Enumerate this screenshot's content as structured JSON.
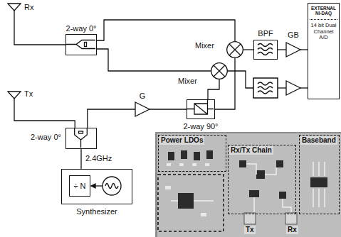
{
  "diagram": {
    "nodes": [
      {
        "text": [
          "Rx"
        ]
      },
      {
        "text": [
          "2-way 0°"
        ]
      },
      {
        "text": [
          "Mixer"
        ]
      },
      {
        "text": [
          "Mixer"
        ]
      },
      {
        "text": [
          "BPF"
        ]
      },
      {
        "text": [
          "GB"
        ]
      },
      {
        "text": [
          "EXTERNAL NI-DAQ",
          "14 bit Dual Channel A/D"
        ]
      },
      {
        "text": [
          "Tx"
        ]
      },
      {
        "text": [
          "2-way 0°"
        ]
      },
      {
        "text": [
          "G"
        ]
      },
      {
        "text": [
          "2-way 90°"
        ]
      },
      {
        "text": [
          "Synthesizer"
        ]
      },
      {
        "text": [
          "÷ N"
        ],
        "in": 11
      },
      {
        "text": [
          "Power LDOs"
        ]
      },
      {
        "text": [
          "Baseband"
        ]
      },
      {
        "text": [
          "Rx/Tx Chain"
        ]
      }
    ],
    "edges": [
      {
        "from": 0,
        "to": 1,
        "arrow": "none"
      },
      {
        "from": 1,
        "to": 2,
        "arrow": "none"
      },
      {
        "from": 1,
        "to": 3,
        "arrow": "none"
      },
      {
        "from": 2,
        "to": 4,
        "arrow": "none"
      },
      {
        "from": 4,
        "to": 5,
        "arrow": "none"
      },
      {
        "from": 5,
        "to": 6,
        "arrow": "none"
      },
      {
        "from": 11,
        "to": 8,
        "label": "2.4GHz",
        "arrow": "none"
      },
      {
        "from": 8,
        "to": 7,
        "arrow": "none"
      },
      {
        "from": 8,
        "to": 9,
        "arrow": "none"
      },
      {
        "from": 9,
        "to": 10,
        "arrow": "none"
      },
      {
        "from": 10,
        "to": 2,
        "arrow": "none"
      },
      {
        "from": 10,
        "to": 3,
        "arrow": "none"
      }
    ],
    "labels": [
      "Tx",
      "Rx"
    ]
  }
}
